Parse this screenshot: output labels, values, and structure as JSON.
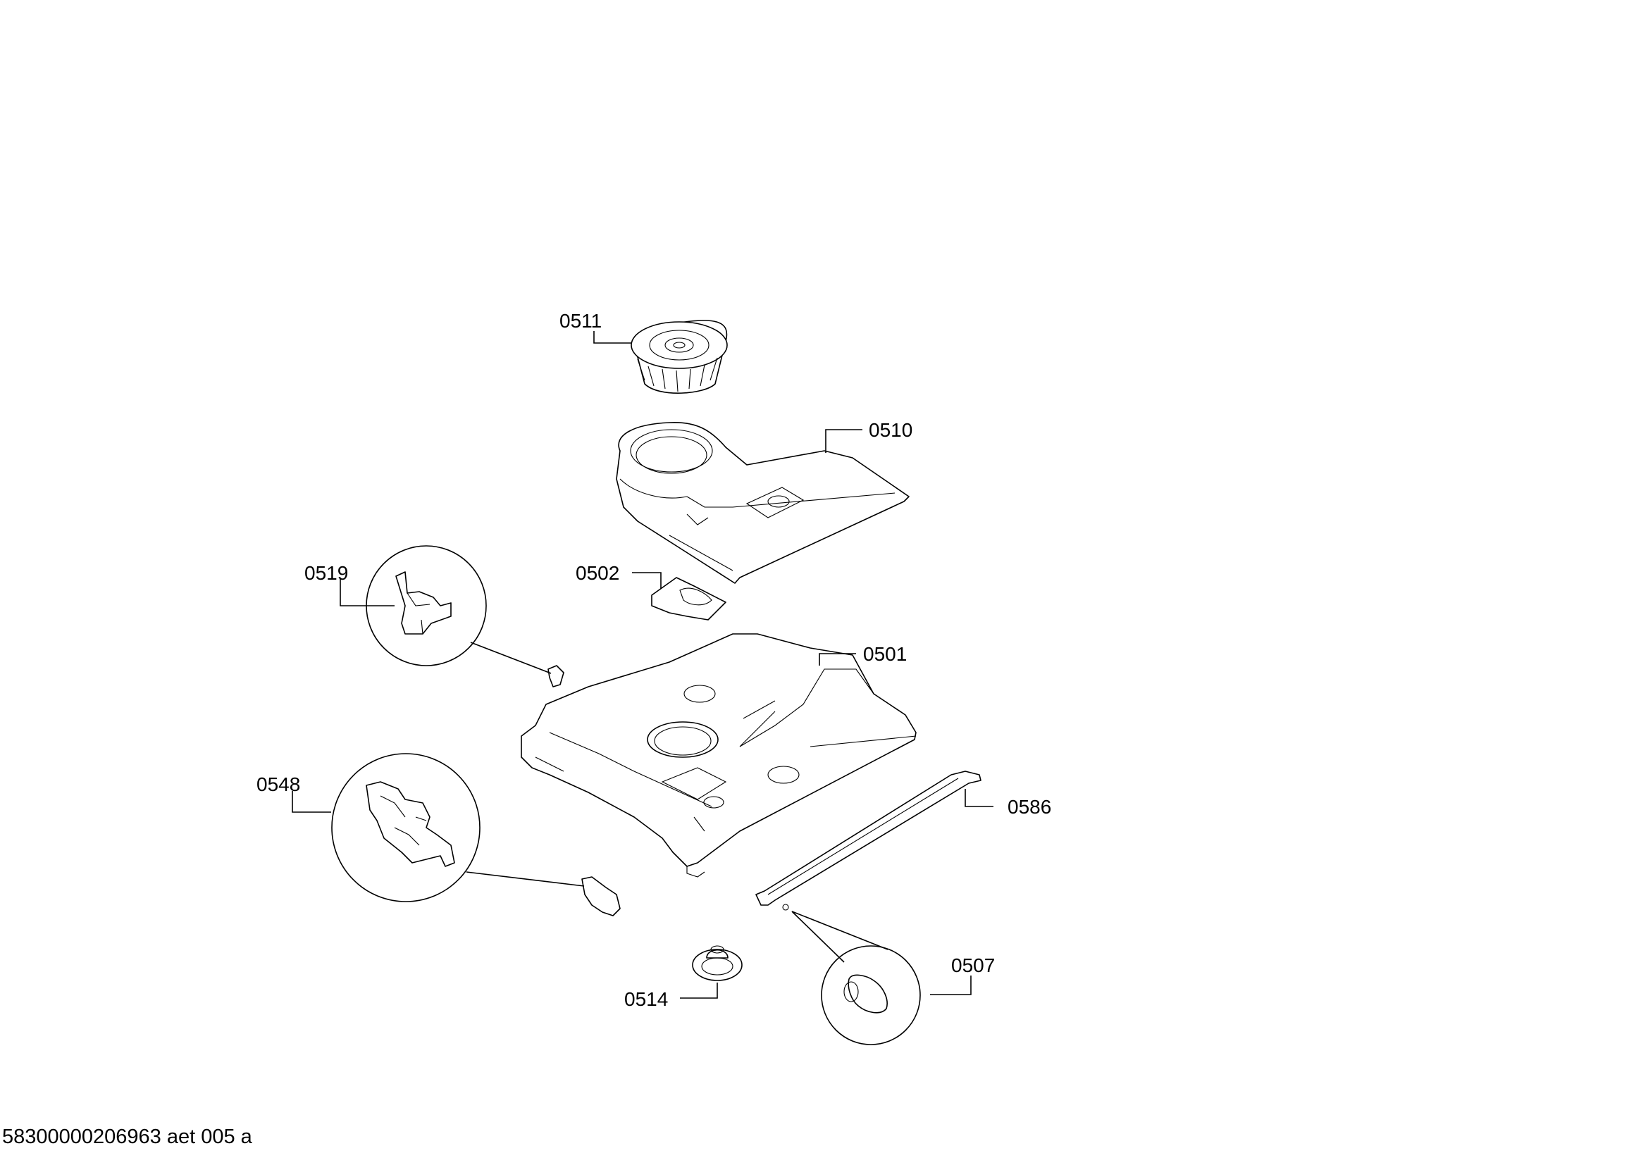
{
  "parts": [
    {
      "id": "p0511",
      "label": "0511"
    },
    {
      "id": "p0510",
      "label": "0510"
    },
    {
      "id": "p0502",
      "label": "0502"
    },
    {
      "id": "p0519",
      "label": "0519"
    },
    {
      "id": "p0501",
      "label": "0501"
    },
    {
      "id": "p0548",
      "label": "0548"
    },
    {
      "id": "p0586",
      "label": "0586"
    },
    {
      "id": "p0507",
      "label": "0507"
    },
    {
      "id": "p0514",
      "label": "0514"
    }
  ],
  "footer": "58300000206963 aet 005 a"
}
